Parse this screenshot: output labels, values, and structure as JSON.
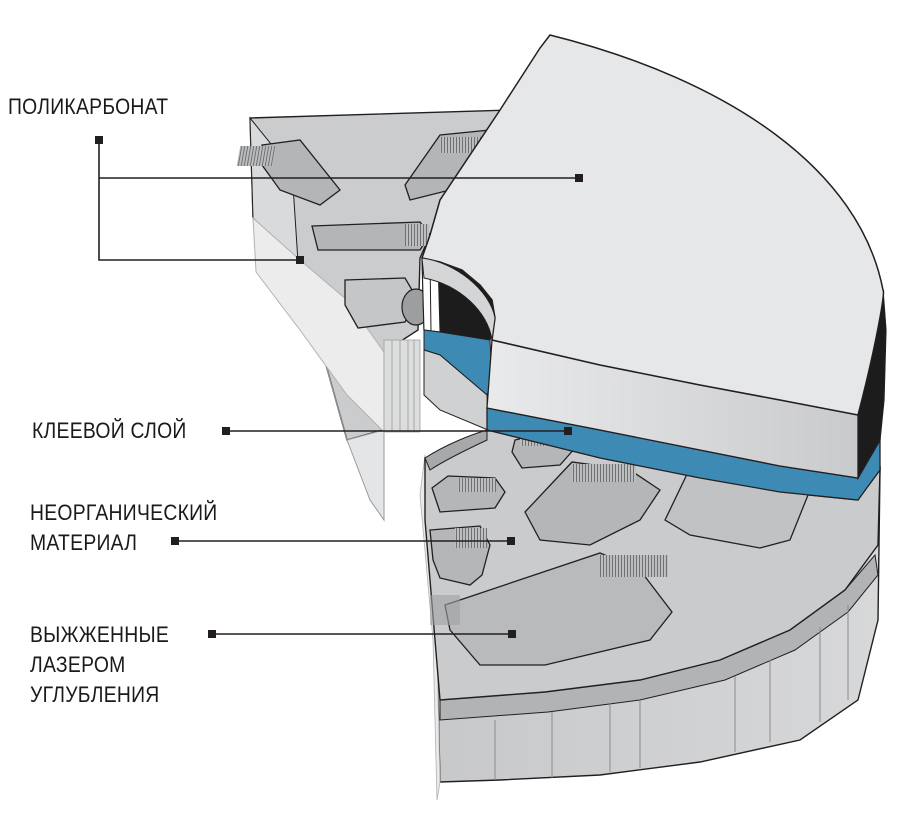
{
  "labels": {
    "polycarbonate": "ПОЛИКАРБОНАТ",
    "adhesive": "КЛЕЕВОЙ СЛОЙ",
    "inorganic_line1": "НЕОРГАНИЧЕСКИЙ",
    "inorganic_line2": "МАТЕРИАЛ",
    "laser_line1": "ВЫЖЖЕННЫЕ",
    "laser_line2": "ЛАЗЕРОМ",
    "laser_line3": "УГЛУБЛЕНИЯ"
  },
  "colors": {
    "polycarbonate": "#e6e7e8",
    "inorganic": "#c8c9cb",
    "adhesive": "#3d8ab4",
    "outline": "#231f20",
    "dark_edge": "#1c1c1c"
  }
}
